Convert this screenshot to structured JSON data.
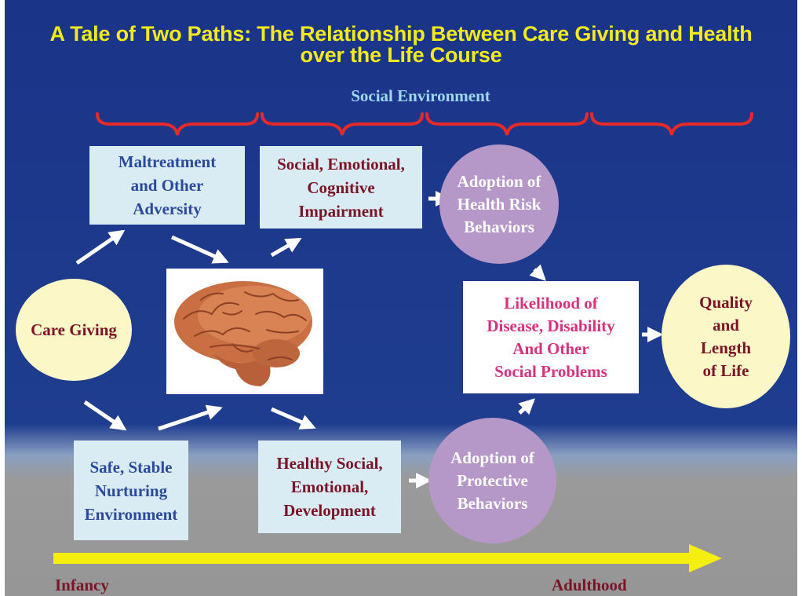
{
  "title": {
    "line1": "A Tale of Two Paths: The Relationship Between Care Giving and Health",
    "line2": "over the Life Course"
  },
  "social_environment": "Social Environment",
  "nodes": {
    "care_giving": "Care Giving",
    "maltreatment": "Maltreatment\nand Other\nAdversity",
    "safe_stable": "Safe, Stable\nNurturing\nEnvironment",
    "impairment": "Social, Emotional,\nCognitive\nImpairment",
    "healthy_development": "Healthy Social,\nEmotional,\nDevelopment",
    "health_risk": "Adoption of\nHealth Risk\nBehaviors",
    "protective": "Adoption of\nProtective\nBehaviors",
    "likelihood": "Likelihood of\nDisease, Disability\nAnd Other\nSocial Problems",
    "quality": "Quality\nand\nLength\nof Life"
  },
  "timeline": {
    "start": "Infancy",
    "end": "Adulthood"
  },
  "colors": {
    "background_top": "#1a3488",
    "background_bottom": "#969696",
    "title": "#f3ea1a",
    "brace": "#e52a2a",
    "timeline_arrow": "#f5ef0f",
    "box_fill": "#d9ecf4",
    "oval_yellow": "#fbf7c6",
    "oval_purple": "#b597c8",
    "likelihood_text": "#d7327d"
  },
  "image": {
    "icon": "brain-image"
  }
}
